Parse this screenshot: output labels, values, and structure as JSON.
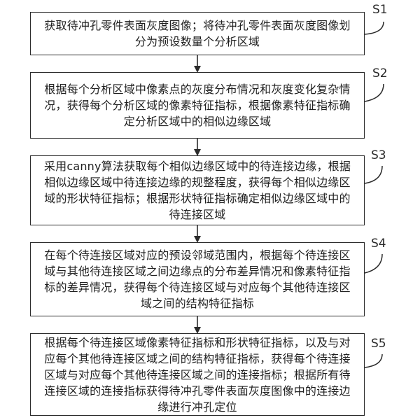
{
  "steps": [
    {
      "id": "S1",
      "text": "获取待冲孔零件表面灰度图像；将待冲孔零件表面灰度图像划分为预设数量个分析区域"
    },
    {
      "id": "S2",
      "text": "根据每个分析区域中像素点的灰度分布情况和灰度变化复杂情况，获得每个分析区域的像素特征指标，根据像素特征指标确定分析区域中的相似边缘区域"
    },
    {
      "id": "S3",
      "text": "采用canny算法获取每个相似边缘区域中的待连接边缘，根据相似边缘区域中待连接边缘的规整程度，获得每个相似边缘区域的形状特征指标；根据形状特征指标确定相似边缘区域中的待连接区域"
    },
    {
      "id": "S4",
      "text": "在每个待连接区域对应的预设邻域范围内，根据每个待连接区域与其他待连接区域之间边缘点的分布差异情况和像素特征指标的差异情况，获得每个待连接区域与对应每个其他待连接区域之间的结构特征指标"
    },
    {
      "id": "S5",
      "text": "根据每个待连接区域像素特征指标和形状特征指标，以及与对应每个其他待连接区域之间的结构特征指标，获得每个待连接区域与对应每个其他待连接区域之间的连接指标；根据所有待连接区域的连接指标获得待冲孔零件表面灰度图像中的连接边缘进行冲孔定位"
    }
  ]
}
